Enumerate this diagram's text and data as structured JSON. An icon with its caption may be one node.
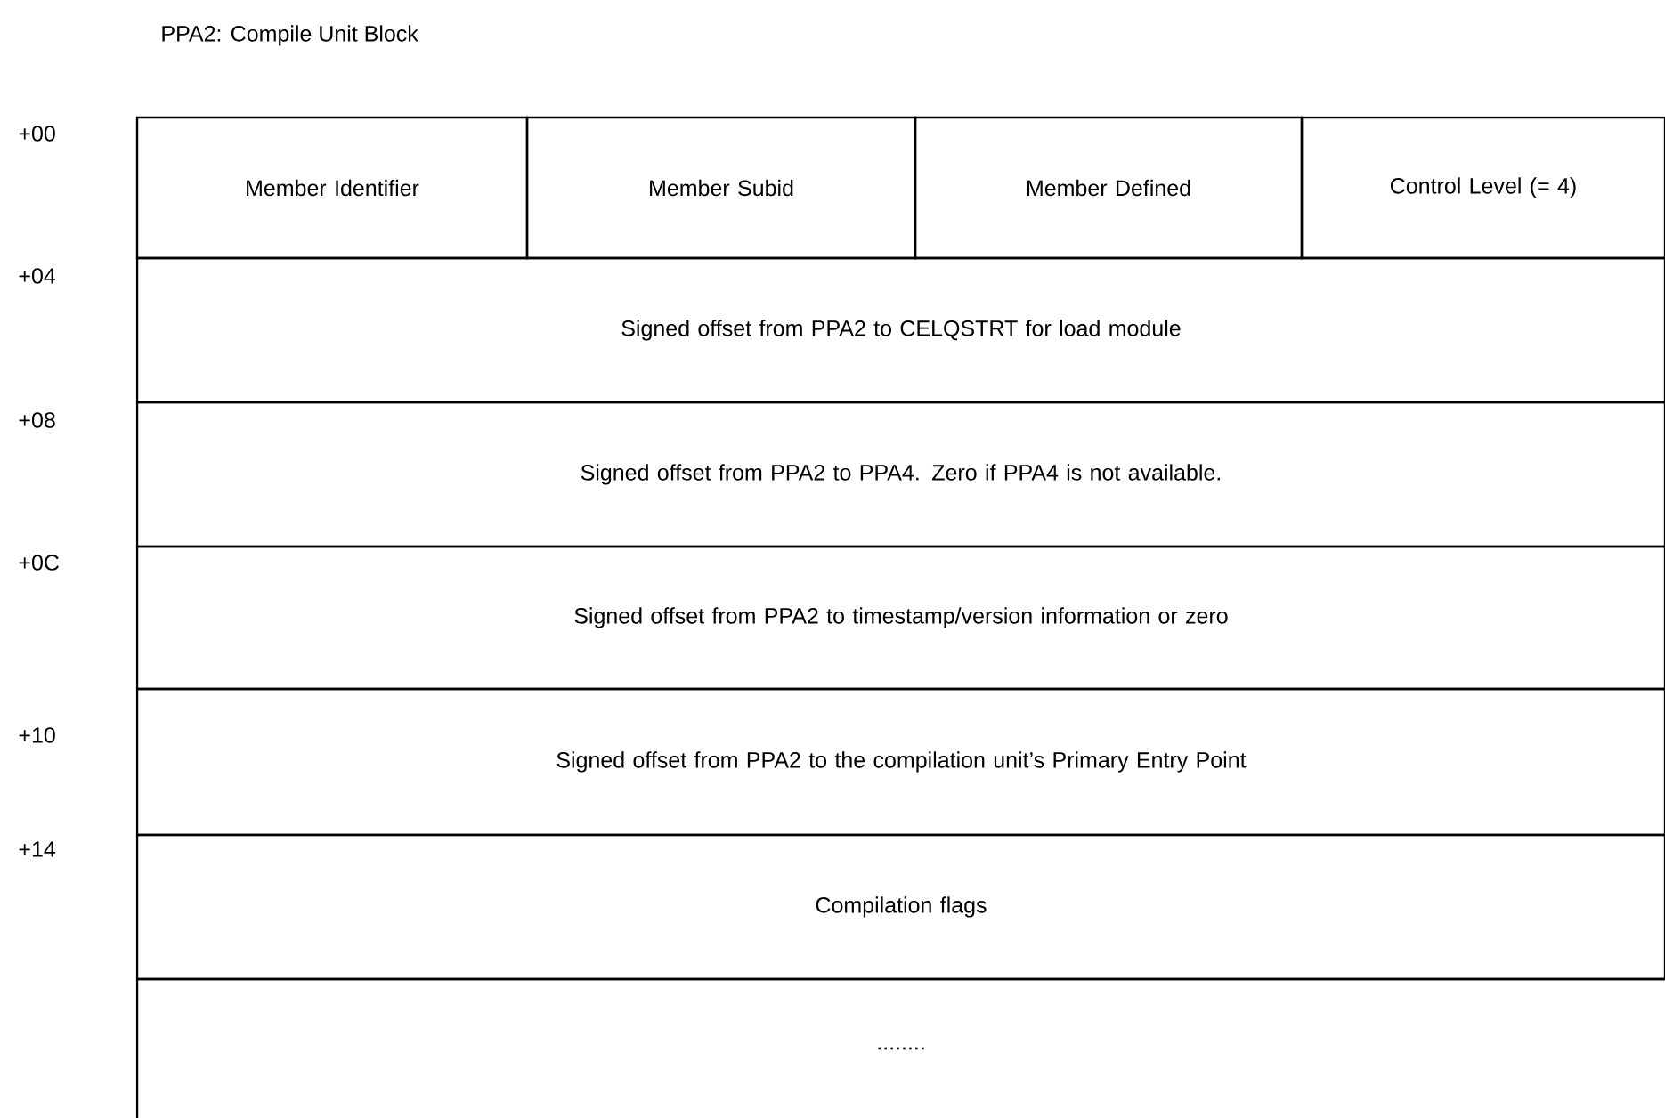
{
  "diagram": {
    "title": "PPA2: Compile Unit Block",
    "nodes": [
      {
        "text": [
          "Member Identifier"
        ]
      },
      {
        "text": [
          "Member Subid"
        ]
      },
      {
        "text": [
          "Member Defined"
        ]
      },
      {
        "text": [
          "Control Level (= 4)"
        ]
      },
      {
        "text": [
          "Signed offset from PPA2 to CELQSTRT for load module"
        ]
      },
      {
        "text": [
          "Signed offset from PPA2 to PPA4. Zero if PPA4 is not available."
        ]
      },
      {
        "text": [
          "Signed offset from PPA2 to timestamp/version information or zero"
        ]
      },
      {
        "text": [
          "Signed offset from PPA2 to the compilation unit’s Primary Entry Point"
        ]
      },
      {
        "text": [
          "Compilation flags"
        ]
      },
      {
        "text": [
          "........"
        ]
      }
    ],
    "labels": [
      "+00",
      "+04",
      "+08",
      "+0C",
      "+10",
      "+14"
    ]
  }
}
